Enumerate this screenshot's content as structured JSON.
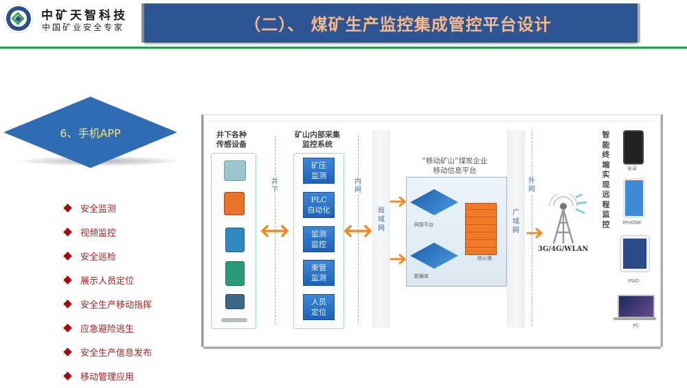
{
  "header": {
    "brand_name": "中矿天智科技",
    "brand_slogan": "中国矿业安全专家",
    "title": "（二）、 煤矿生产监控集成管控平台设计"
  },
  "section": {
    "label": "6、手机APP"
  },
  "features": [
    "安全监测",
    "视频监控",
    "安全巡检",
    "展示人员定位",
    "安全生产移动指挥",
    "应急避险逃生",
    "安全生产信息发布",
    "移动管理应用"
  ],
  "diagram": {
    "col1_title_line1": "井下各种",
    "col1_title_line2": "传感设备",
    "col2_title_line1": "矿山内部采集",
    "col2_title_line2": "监控系统",
    "divider1_label": "井下",
    "divider2_label": "内网",
    "divider3_label": "外网",
    "systems": [
      {
        "line1": "矿压",
        "line2": "监测"
      },
      {
        "line1": "PLC",
        "line2": "自动化"
      },
      {
        "line1": "监测",
        "line2": "监控"
      },
      {
        "line1": "束管",
        "line2": "监测"
      },
      {
        "line1": "人员",
        "line2": "定位"
      }
    ],
    "lan_label": "局域网",
    "wan_label": "广域网",
    "platform_title_line1": "“移动矿山”煤炭企业",
    "platform_title_line2": "移动信息平台",
    "web_platform_label": "网管平台",
    "database_label": "数据库",
    "firewall_label": "防火墙",
    "network_label": "3G/4G/WLAN",
    "terminal_caption": "智能终端实现远程监控",
    "terminals": [
      "安卓",
      "IPHONE",
      "IPAD",
      "PC"
    ]
  },
  "colors": {
    "title_bar": "#2d5594",
    "title_text": "#f5b98a",
    "accent_green": "#16a94a",
    "diamond": "#2e6db3",
    "diamond_text": "#f7e27c",
    "bullet": "#a01010",
    "arrow": "#f08a24"
  }
}
